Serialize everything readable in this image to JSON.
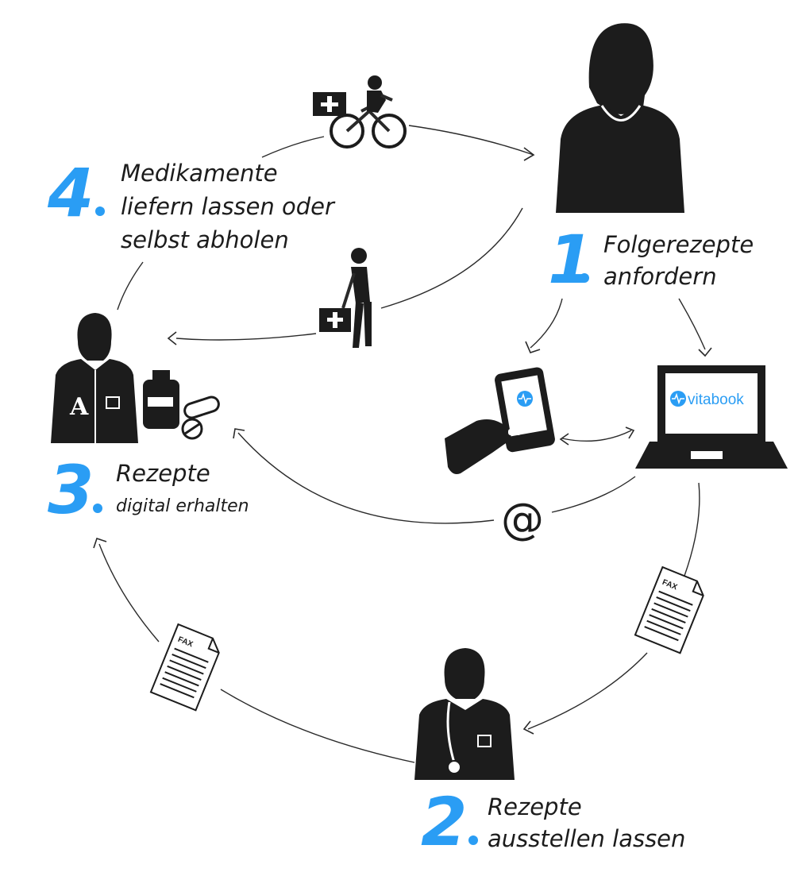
{
  "colors": {
    "accent": "#2a9df4",
    "ink": "#1c1c1c",
    "background": "#ffffff"
  },
  "steps": [
    {
      "number": "1",
      "lines": [
        "Folgerezepte",
        "anfordern"
      ]
    },
    {
      "number": "2",
      "lines": [
        "Rezepte",
        "ausstellen lassen"
      ]
    },
    {
      "number": "3",
      "lines": [
        "Rezepte",
        "digital erhalten"
      ]
    },
    {
      "number": "4",
      "lines": [
        "Medikamente",
        "liefern lassen oder",
        "selbst abholen"
      ]
    }
  ],
  "laptop": {
    "brand": "vitabook"
  },
  "fax": {
    "label": "FAX"
  },
  "email_symbol": "@",
  "pharmacy_logo": "A",
  "icons": {
    "patient": "person-icon",
    "smartphone": "smartphone-icon",
    "laptop": "laptop-icon",
    "doctor": "doctor-icon",
    "pharmacist": "pharmacist-icon",
    "bicycle_courier": "bicycle-courier-icon",
    "walking_person": "walking-person-icon",
    "fax_top": "fax-document-icon",
    "fax_bottom": "fax-document-icon",
    "medicine_bottle": "medicine-bottle-icon",
    "pills": "pills-icon",
    "email": "at-sign-icon"
  }
}
